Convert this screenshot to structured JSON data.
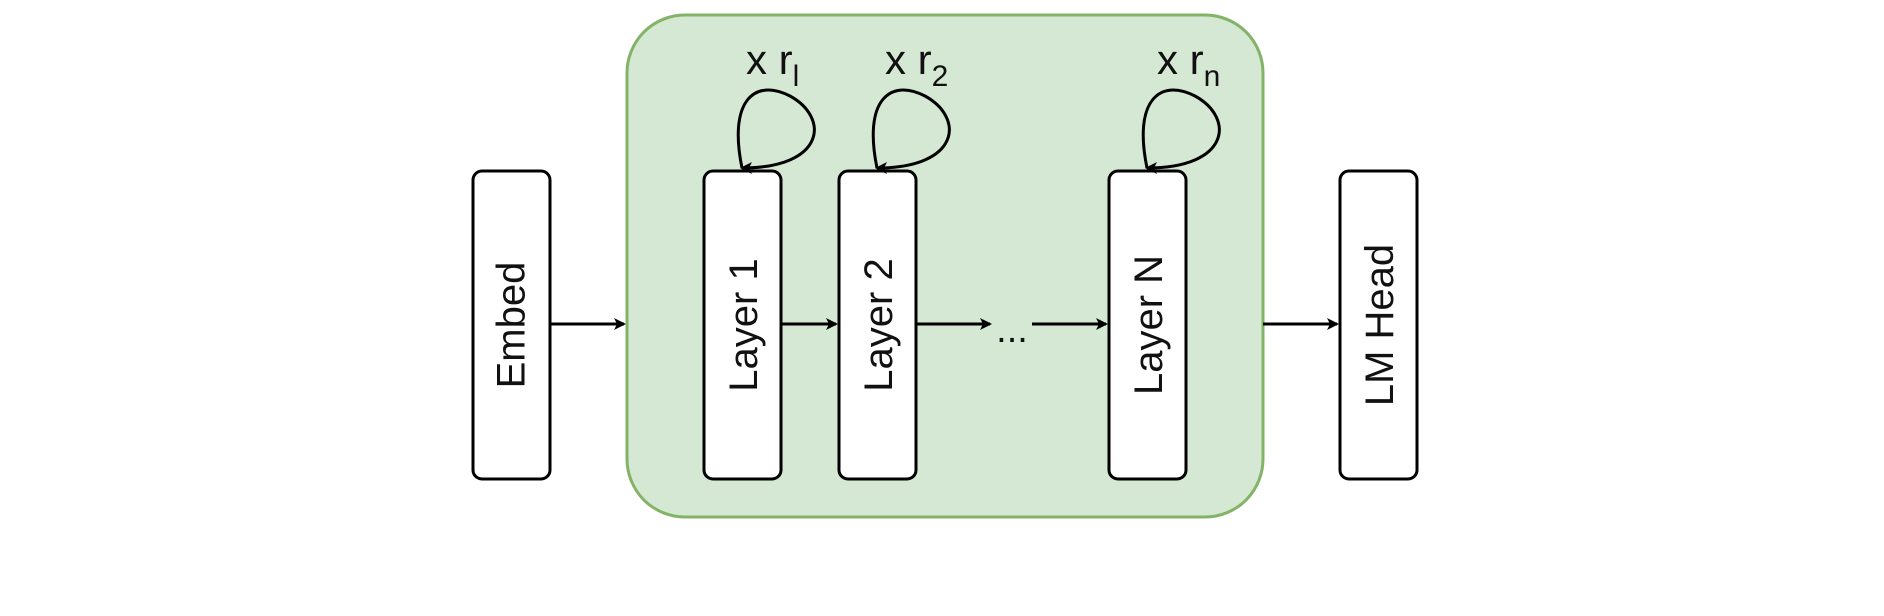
{
  "diagram": {
    "embed_label": "Embed",
    "lm_head_label": "LM Head",
    "layers": [
      {
        "label": "Layer 1",
        "repeat_prefix": "x r",
        "repeat_sub": "l"
      },
      {
        "label": "Layer 2",
        "repeat_prefix": "x r",
        "repeat_sub": "2"
      },
      {
        "label": "Layer N",
        "repeat_prefix": "x r",
        "repeat_sub": "n"
      }
    ],
    "ellipsis": "...",
    "colors": {
      "group_fill": "#d5e8d4",
      "group_stroke": "#82b366",
      "block_fill": "#ffffff",
      "stroke": "#000000"
    }
  }
}
